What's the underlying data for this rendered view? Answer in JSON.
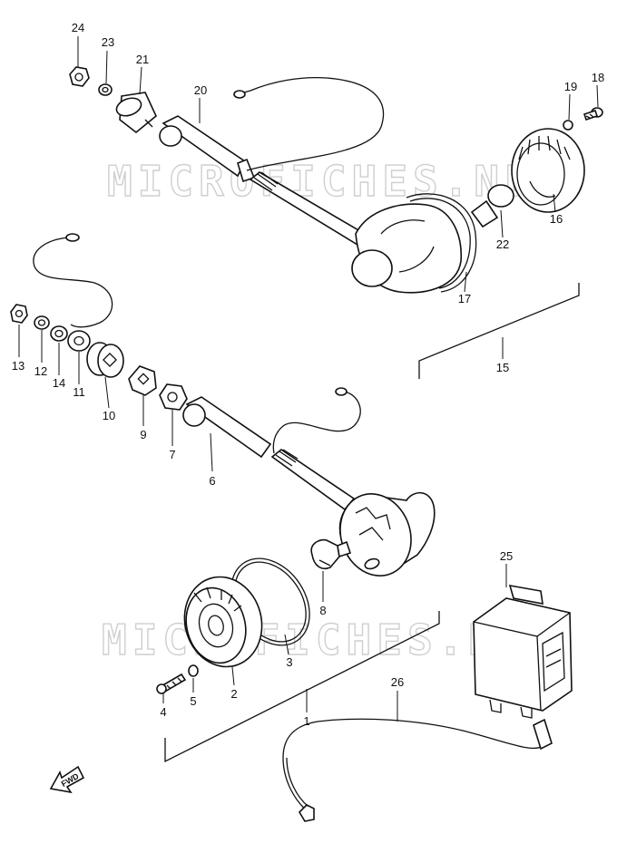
{
  "watermark": "MICROFICHES.NET",
  "fwd_label": "FWD",
  "callouts": {
    "c1": "1",
    "c2": "2",
    "c3": "3",
    "c4": "4",
    "c5": "5",
    "c6": "6",
    "c7": "7",
    "c8": "8",
    "c9": "9",
    "c10": "10",
    "c11": "11",
    "c12": "12",
    "c13": "13",
    "c14": "14",
    "c15": "15",
    "c16": "16",
    "c17": "17",
    "c18": "18",
    "c19": "19",
    "c20": "20",
    "c21": "21",
    "c22": "22",
    "c23": "23",
    "c24": "24",
    "c25": "25",
    "c26": "26"
  }
}
